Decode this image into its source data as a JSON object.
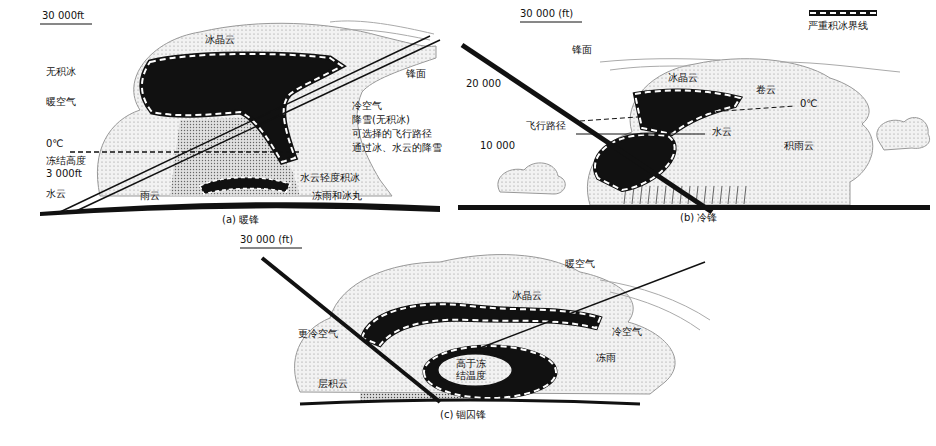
{
  "diagram": {
    "labels": [
      "30 000ft",
      "冰晶云",
      "锋面",
      "无积冰",
      "暖空气",
      "冷空气",
      "降雪(无积冰)",
      "可选择的飞行路径",
      "通过冰、水云的降雪",
      "0℃",
      "冻结高度",
      "3 000ft",
      "水云",
      "雨云",
      "水云轻度积冰",
      "冻雨和冰丸",
      "(a) 暖锋",
      "30 000 (ft)",
      "20 000",
      "10 000",
      "锋面",
      "冰晶云",
      "卷云",
      "0℃",
      "飞行路径",
      "水云",
      "积雨云",
      "(b) 冷锋",
      "30 000 (ft)",
      "暖空气",
      "冰晶云",
      "更冷空气",
      "冷空气",
      "高于冻结温度",
      "冻雨",
      "层积云",
      "(c) 锢囚锋"
    ],
    "legend": [
      {
        "text": "严重积冰界线"
      }
    ]
  }
}
